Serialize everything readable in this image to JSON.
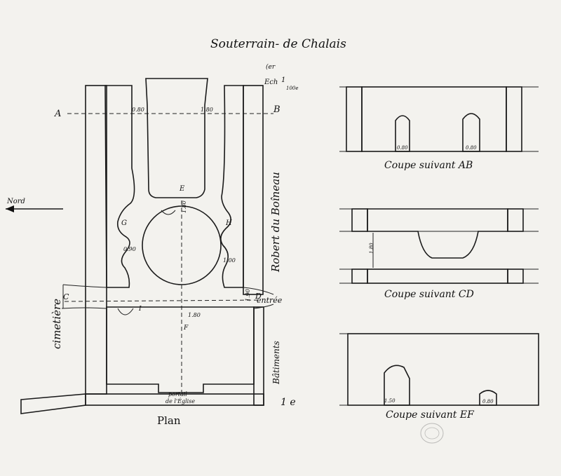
{
  "title": "Souterrain- de Chalais",
  "scale": {
    "prefix": "Ech",
    "value": "1",
    "denominator": "100e",
    "superscript": "(er"
  },
  "plan": {
    "caption": "Plan",
    "section_letters": {
      "A": "A",
      "B": "B",
      "C": "C",
      "D": "D",
      "E": "E",
      "F": "F"
    },
    "room_letters": {
      "G": "G",
      "H": "H",
      "I": "I"
    },
    "dimensions": {
      "ab_left": "0.80",
      "ab_right": "1.80",
      "g_depth": "0.90",
      "pillar": "1.80",
      "h_depth": "1.00",
      "entry": "1.90",
      "ef_center": "1.80"
    },
    "side_labels": {
      "north": "Nord",
      "cemetery": "cimetière",
      "street": "Robert du Boîneau",
      "entrance": "entrée",
      "buildings": "Bâtiments",
      "church_portal_1": "portail",
      "church_portal_2": "de l'Église"
    }
  },
  "sections": [
    {
      "caption": "Coupe suivant AB",
      "dims": [
        "0.80",
        "0.80"
      ]
    },
    {
      "caption": "Coupe suivant CD",
      "dims": [
        "1.80"
      ]
    },
    {
      "caption": "Coupe suivant EF",
      "dims": [
        "1.50",
        "0.80"
      ]
    }
  ],
  "scribble": "1 e"
}
